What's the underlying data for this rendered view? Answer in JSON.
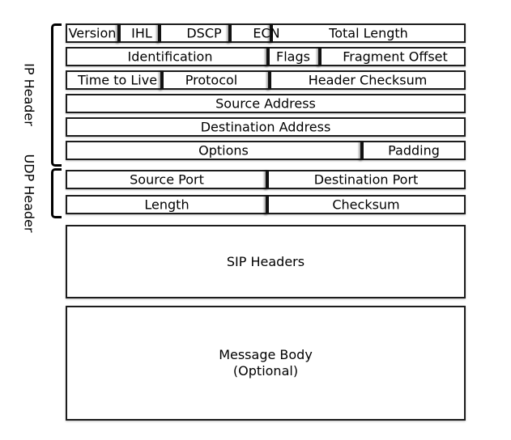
{
  "sections": {
    "ip": {
      "label": "IP Header",
      "rows": [
        {
          "cells": [
            "Version",
            "IHL",
            "DSCP",
            "ECN",
            "Total Length"
          ]
        },
        {
          "cells": [
            "Identification",
            "Flags",
            "Fragment Offset"
          ]
        },
        {
          "cells": [
            "Time to Live",
            "Protocol",
            "Header Checksum"
          ]
        },
        {
          "cells": [
            "Source Address"
          ]
        },
        {
          "cells": [
            "Destination Address"
          ]
        },
        {
          "cells": [
            "Options",
            "Padding"
          ]
        }
      ]
    },
    "udp": {
      "label": "UDP Header",
      "rows": [
        {
          "cells": [
            "Source Port",
            "Destination Port"
          ]
        },
        {
          "cells": [
            "Length",
            "Checksum"
          ]
        }
      ]
    },
    "sip": {
      "label": "SIP Headers"
    },
    "message_body": {
      "line1": "Message Body",
      "line2": "(Optional)"
    }
  },
  "colors": {
    "stroke": "#1c1c1c",
    "background": "#ffffff",
    "text": "#000000"
  }
}
